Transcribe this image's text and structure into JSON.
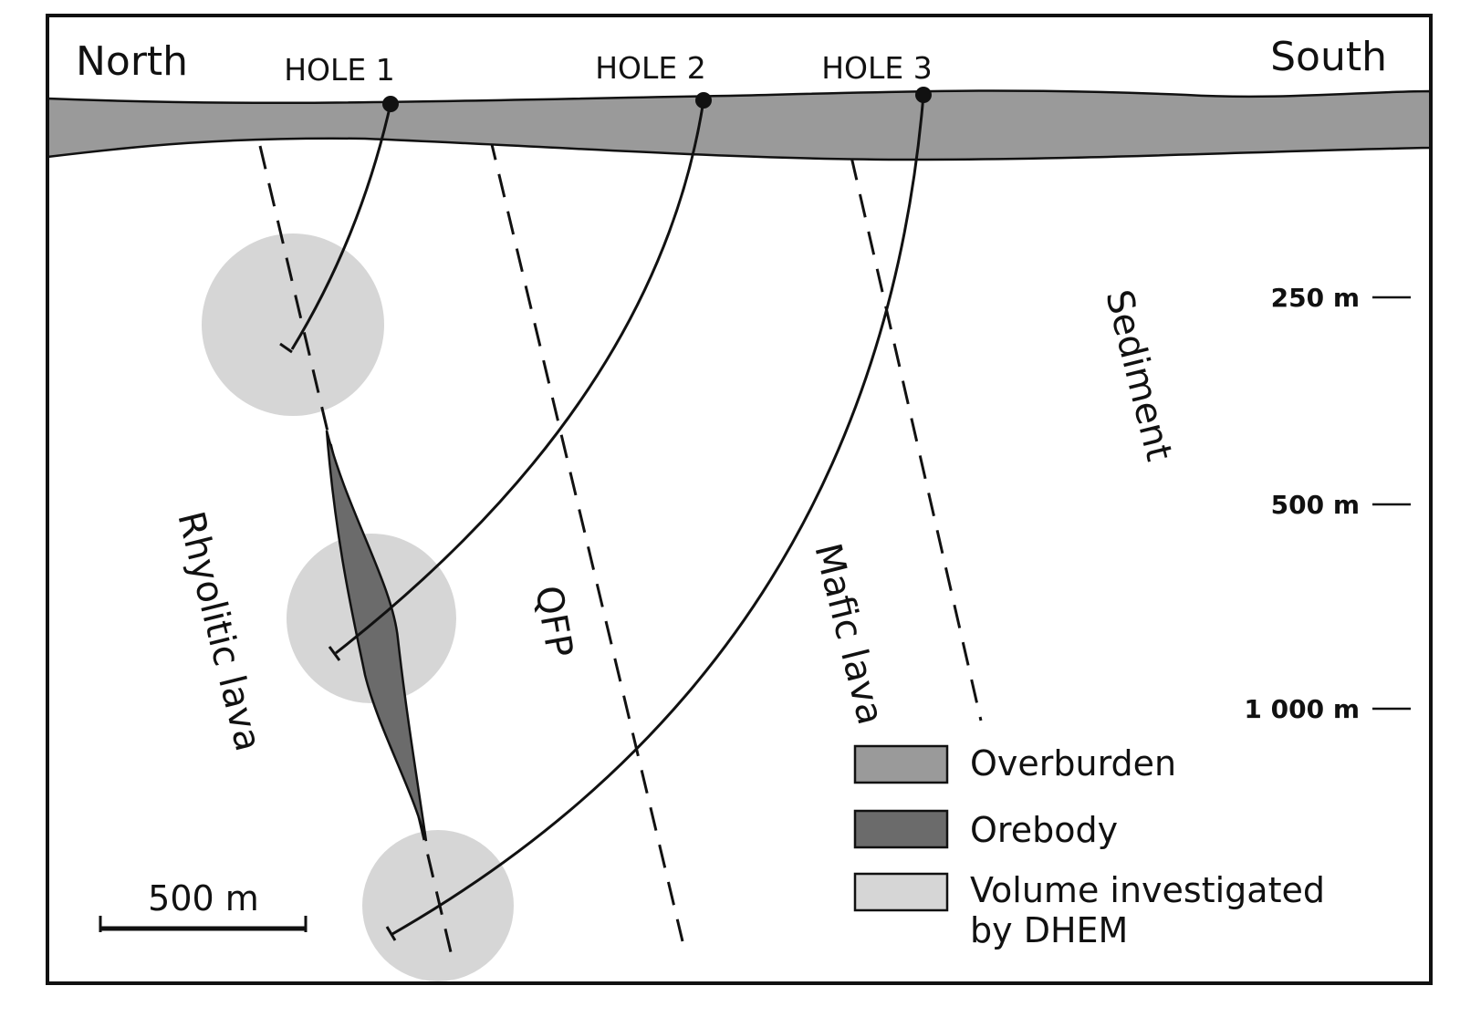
{
  "labels": {
    "north": "North",
    "south": "South",
    "hole_1": "HOLE 1",
    "hole_2": "HOLE 2",
    "hole_3": "HOLE 3",
    "rhyolitic_lava": "Rhyolitic lava",
    "qfp": "QFP",
    "mafic_lava": "Mafic lava",
    "sediment": "Sediment"
  },
  "depth_scale": [
    "250 m",
    "500 m",
    "1 000 m"
  ],
  "scale_bar": "500 m",
  "legend": [
    {
      "label": "Overburden",
      "color": "#9a9a9a"
    },
    {
      "label": "Orebody",
      "color": "#6b6b6b"
    },
    {
      "label": "Volume investigated",
      "label_line2": "by DHEM",
      "color": "#d6d6d6"
    }
  ],
  "colors": {
    "frame": "#111111",
    "overburden": "#9a9a9a",
    "orebody": "#6b6b6b",
    "dhem_volume": "#d6d6d6"
  }
}
